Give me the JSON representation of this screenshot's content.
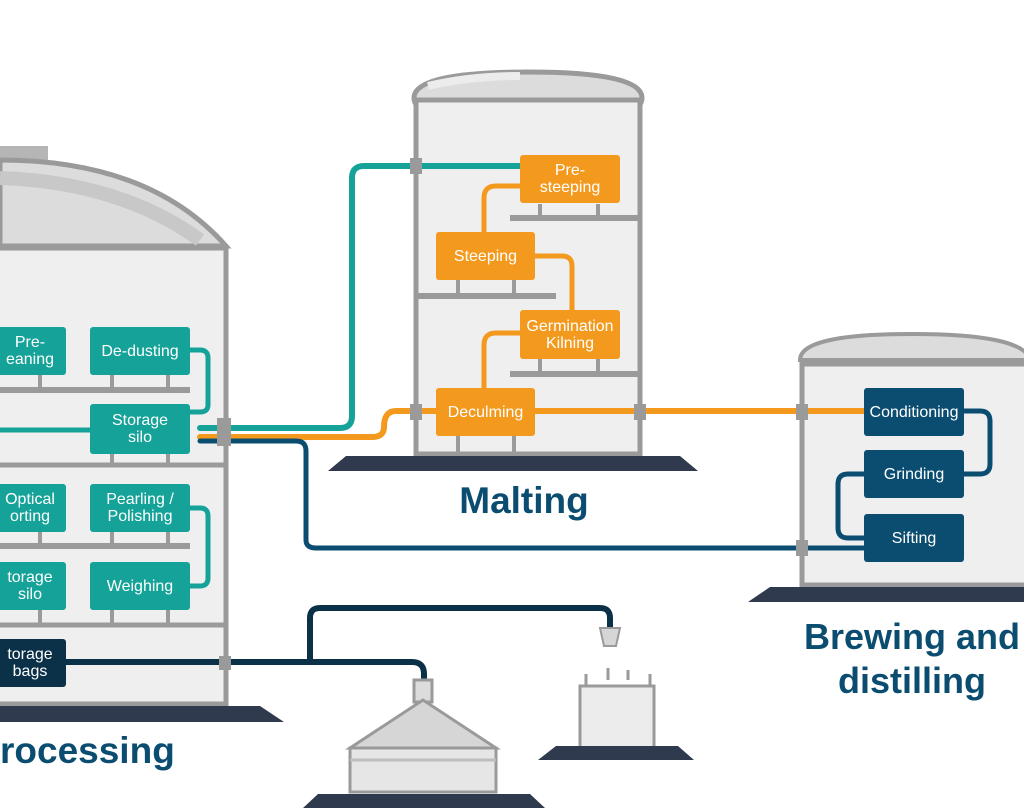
{
  "sections": {
    "processing": "rocessing",
    "malting": "Malting",
    "brewing_line1": "Brewing and",
    "brewing_line2": "distilling"
  },
  "processing_steps": {
    "pre_cleaning": "Pre-\neaning",
    "de_dusting": "De-dusting",
    "storage_silo": "Storage\nsilo",
    "optical_sorting": "Optical\norting",
    "pearling_polishing": "Pearling /\nPolishing",
    "storage_silo_2": "torage\nsilo",
    "weighing": "Weighing",
    "storage_bags": "torage\nbags"
  },
  "malting_steps": {
    "pre_steeping": "Pre-\nsteeping",
    "steeping": "Steeping",
    "germination_kilning": "Germination\nKilning",
    "deculming": "Deculming"
  },
  "brewing_steps": {
    "conditioning": "Conditioning",
    "grinding": "Grinding",
    "sifting": "Sifting"
  },
  "colors": {
    "teal": "#15a399",
    "orange": "#f39a1e",
    "blue": "#0b4d70",
    "navy": "#0b3148",
    "building_fill": "#efefef",
    "building_frame": "#9a9a9a",
    "base": "#2f3a4e"
  }
}
